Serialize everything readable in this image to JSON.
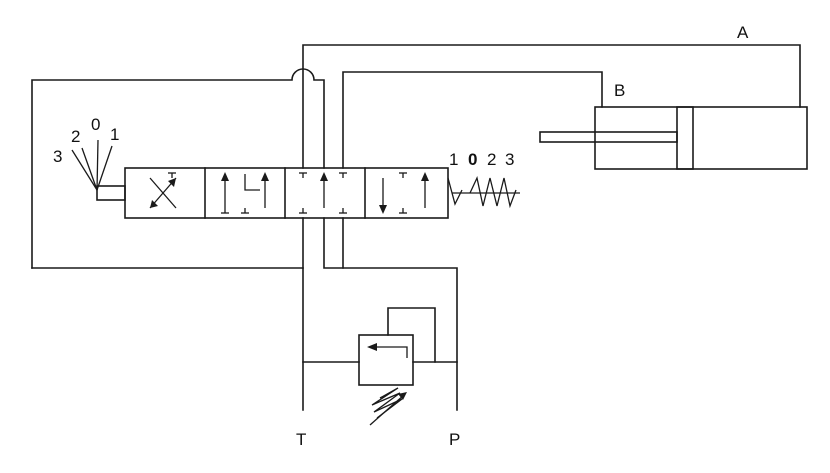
{
  "ports": {
    "a": "A",
    "b": "B",
    "t": "T",
    "p": "P"
  },
  "lever_positions": [
    "3",
    "2",
    "0",
    "1"
  ],
  "spring_positions": [
    "1",
    "0",
    "2",
    "3"
  ],
  "colors": {
    "line": "#1a1a1a",
    "background": "#ffffff"
  }
}
